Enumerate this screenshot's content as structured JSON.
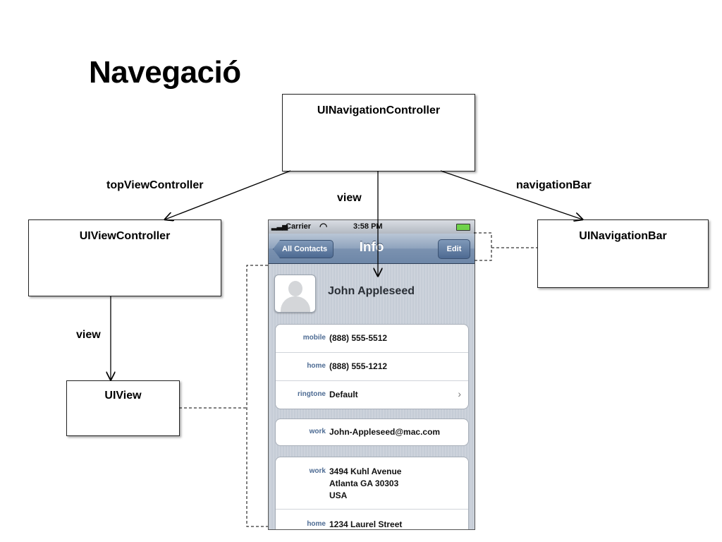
{
  "title": "Navegació",
  "diagram": {
    "nodes": {
      "nav_controller": "UINavigationController",
      "view_controller": "UIViewController",
      "nav_bar": "UINavigationBar",
      "ui_view": "UIView"
    },
    "edges": {
      "top_view_controller": "topViewController",
      "view_center": "view",
      "navigation_bar": "navigationBar",
      "view_left": "view"
    }
  },
  "phone": {
    "status": {
      "carrier": "Carrier",
      "time": "3:58 PM"
    },
    "navbar": {
      "back": "All Contacts",
      "title": "Info",
      "edit": "Edit"
    },
    "contact_name": "John Appleseed",
    "group1": [
      {
        "label": "mobile",
        "value": "(888) 555-5512"
      },
      {
        "label": "home",
        "value": "(888) 555-1212"
      },
      {
        "label": "ringtone",
        "value": "Default"
      }
    ],
    "group2": [
      {
        "label": "work",
        "value": "John-Appleseed@mac.com"
      }
    ],
    "group3": [
      {
        "label": "work",
        "line1": "3494 Kuhl Avenue",
        "line2": "Atlanta GA 30303",
        "line3": "USA"
      },
      {
        "label": "home",
        "value": "1234 Laurel Street"
      }
    ]
  },
  "colors": {
    "nav_blue": "#6e87a8",
    "label_blue": "#4d6b93",
    "battery": "#6fd24a"
  },
  "icons": [
    "signal-icon",
    "wifi-icon",
    "battery-icon",
    "chevron-right-icon",
    "person-placeholder-icon"
  ]
}
